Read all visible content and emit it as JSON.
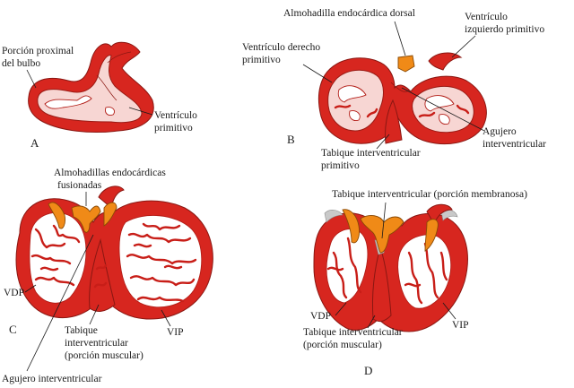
{
  "panels": {
    "a": {
      "letter": "A",
      "label_bulbo": [
        "Porción proximal",
        "del bulbo"
      ],
      "label_ventriculo": [
        "Ventrículo",
        "primitivo"
      ]
    },
    "b": {
      "letter": "B",
      "label_almohadilla": "Almohadilla endocárdica dorsal",
      "label_vi": [
        "Ventrículo",
        "izquierdo primitivo"
      ],
      "label_vd": [
        "Ventrículo derecho",
        "primitivo"
      ],
      "label_agujero": [
        "Agujero",
        "interventricular"
      ],
      "label_tabique": [
        "Tabique interventricular",
        "primitivo"
      ]
    },
    "c": {
      "letter": "C",
      "label_almohadillas": [
        "Almohadillas endocárdicas",
        "fusionadas"
      ],
      "label_vdp": "VDP",
      "label_vip": "VIP",
      "label_tabique": [
        "Tabique",
        "interventricular",
        "(porción muscular)"
      ],
      "label_agujero": "Agujero interventricular"
    },
    "d": {
      "letter": "D",
      "label_membranosa": "Tabique interventricular (porción membranosa)",
      "label_vdp": "VDP",
      "label_vip": "VIP",
      "label_tabique": [
        "Tabique interventricular",
        "(porción muscular)"
      ]
    }
  },
  "colors": {
    "myocardium": "#d7261f",
    "lumen": "#f7d6d3",
    "cushion": "#f08a17",
    "membrane": "#c9c9c9"
  }
}
